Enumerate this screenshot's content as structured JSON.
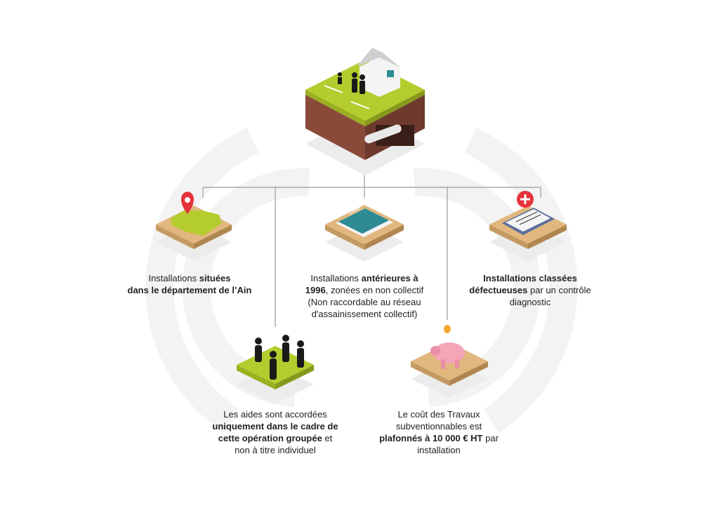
{
  "illustration": {
    "calendar_year": "1996"
  },
  "captions": [
    {
      "id": "situees",
      "lines": [
        [
          {
            "t": "Installations "
          },
          {
            "t": "situées",
            "b": true
          }
        ],
        [
          {
            "t": "dans le département de l’Ain",
            "b": true
          }
        ]
      ]
    },
    {
      "id": "anterieures",
      "lines": [
        [
          {
            "t": "Installations "
          },
          {
            "t": "antérieures à",
            "b": true
          }
        ],
        [
          {
            "t": "1996",
            "b": true
          },
          {
            "t": ", zonées en non collectif"
          }
        ],
        [
          {
            "t": "(Non raccordable au réseau"
          }
        ],
        [
          {
            "t": "d'assainissement collectif)"
          }
        ]
      ]
    },
    {
      "id": "defectueuses",
      "lines": [
        [
          {
            "t": "Installations classées",
            "b": true
          }
        ],
        [
          {
            "t": "défectueuses",
            "b": true
          },
          {
            "t": " par un contrôle"
          }
        ],
        [
          {
            "t": "diagnostic"
          }
        ]
      ]
    },
    {
      "id": "aides",
      "lines": [
        [
          {
            "t": "Les aides sont accordées"
          }
        ],
        [
          {
            "t": "uniquement dans le cadre de",
            "b": true
          }
        ],
        [
          {
            "t": "cette opération groupée",
            "b": true
          },
          {
            "t": " et"
          }
        ],
        [
          {
            "t": "non à titre individuel"
          }
        ]
      ]
    },
    {
      "id": "cout",
      "lines": [
        [
          {
            "t": "Le coût des Travaux"
          }
        ],
        [
          {
            "t": "subventionnables est"
          }
        ],
        [
          {
            "t": "plafonnés à 10 000 € HT",
            "b": true
          },
          {
            "t": " par"
          }
        ],
        [
          {
            "t": "installation"
          }
        ]
      ]
    }
  ],
  "colors": {
    "grass": "#b5cc2e",
    "wood": "#e2b77e",
    "soil": "#8a4a3a",
    "line": "#9a9a9a",
    "red": "#e5333a",
    "pink": "#f3a6b8",
    "teal": "#2e8b94"
  }
}
